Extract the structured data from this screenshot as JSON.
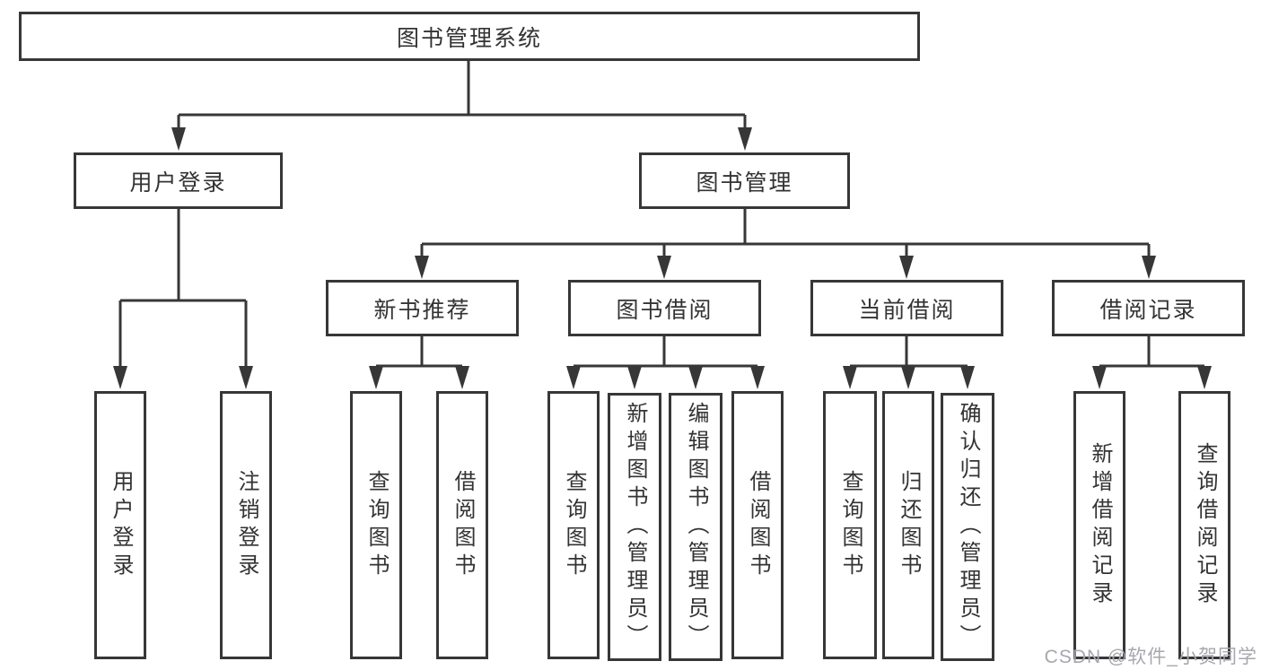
{
  "tree": {
    "label": "图书管理系统",
    "children": [
      {
        "label": "用户登录",
        "children": [
          {
            "label": "用户登录"
          },
          {
            "label": "注销登录"
          }
        ]
      },
      {
        "label": "图书管理",
        "children": [
          {
            "label": "新书推荐",
            "children": [
              {
                "label": "查询图书"
              },
              {
                "label": "借阅图书"
              }
            ]
          },
          {
            "label": "图书借阅",
            "children": [
              {
                "label": "查询图书"
              },
              {
                "label": "新增图书（管理员）"
              },
              {
                "label": "编辑图书（管理员）"
              },
              {
                "label": "借阅图书"
              }
            ]
          },
          {
            "label": "当前借阅",
            "children": [
              {
                "label": "查询图书"
              },
              {
                "label": "归还图书"
              },
              {
                "label": "确认归还（管理员）"
              }
            ]
          },
          {
            "label": "借阅记录",
            "children": [
              {
                "label": "新增借阅记录"
              },
              {
                "label": "查询借阅记录"
              }
            ]
          }
        ]
      }
    ]
  },
  "watermark": "CSDN @软件_小贺同学",
  "colors": {
    "line": "#373737",
    "text": "#333333",
    "box_background": "#ffffff",
    "watermark": "#a9a6ae"
  }
}
